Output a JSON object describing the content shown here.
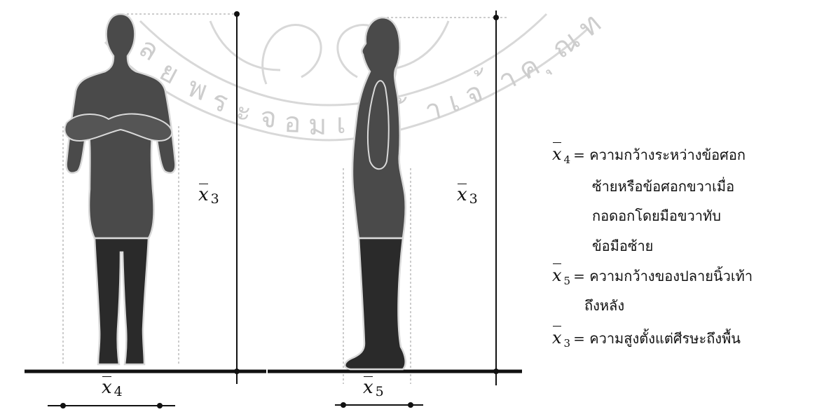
{
  "labels": {
    "x4_bottom": {
      "symbol": "x",
      "sub": "4"
    },
    "x5_bottom": {
      "symbol": "x",
      "sub": "5"
    },
    "x3_front": {
      "symbol": "x",
      "sub": "3"
    },
    "x3_side": {
      "symbol": "x",
      "sub": "3"
    }
  },
  "legend": [
    {
      "symbol": "x",
      "sub": "4",
      "lines": [
        "= ความกว้างระหว่างข้อศอก",
        "ซ้ายหรือข้อศอกขวาเมื่อ",
        "กอดอกโดยมือขวาทับ",
        "ข้อมือซ้าย"
      ]
    },
    {
      "symbol": "x",
      "sub": "5",
      "lines": [
        "= ความกว้างของปลายนิ้วเท้า",
        "ถึงหลัง"
      ]
    },
    {
      "symbol": "x",
      "sub": "3",
      "lines": [
        "= ความสูงตั้งแต่ศีรษะถึงพื้น"
      ]
    }
  ],
  "colors": {
    "figure_body": "#4a4a4a",
    "figure_legs": "#262626",
    "figure_outline": "#d9d9d9",
    "watermark": "#c8c8c8"
  }
}
